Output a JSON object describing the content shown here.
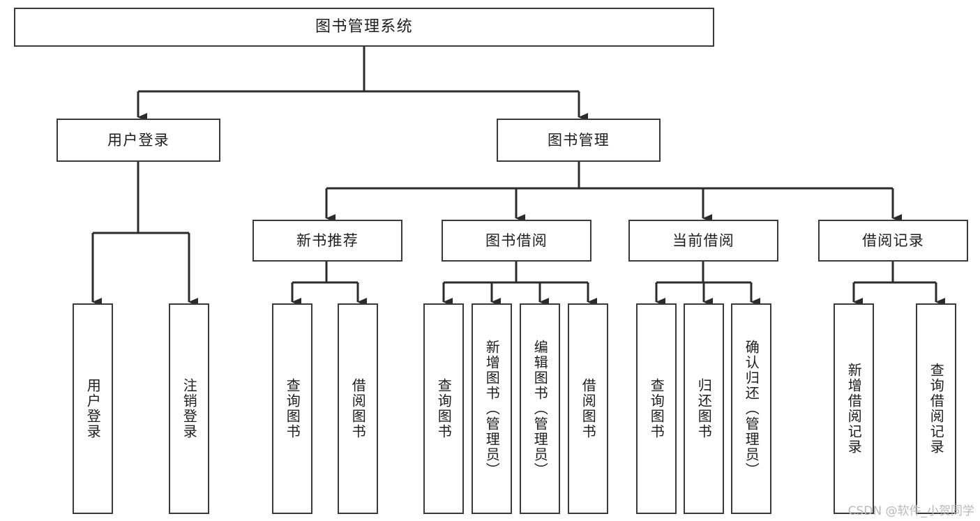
{
  "diagram": {
    "title": "图书管理系统",
    "type": "tree",
    "watermark": "CSDN @软件_小贺同学",
    "colors": {
      "box_border": "#3a3a3a",
      "box_fill": "#ffffff",
      "connector": "#2b2b2b",
      "text": "#1d1d1d",
      "watermark": "#b9b9b9"
    },
    "nodes": {
      "root": {
        "label": "图书管理系统"
      },
      "level2": [
        {
          "id": "user-login",
          "label": "用户登录"
        },
        {
          "id": "book-manage",
          "label": "图书管理"
        }
      ],
      "level3": [
        {
          "id": "new-book-recommend",
          "label": "新书推荐"
        },
        {
          "id": "book-borrow",
          "label": "图书借阅"
        },
        {
          "id": "current-borrow",
          "label": "当前借阅"
        },
        {
          "id": "borrow-record",
          "label": "借阅记录"
        }
      ],
      "leaves": {
        "user-login": [
          {
            "id": "leaf-user-login",
            "label": "用户登录"
          },
          {
            "id": "leaf-user-logout",
            "label": "注销登录"
          }
        ],
        "new-book-recommend": [
          {
            "id": "leaf-query-book-1",
            "label": "查询图书"
          },
          {
            "id": "leaf-borrow-book-1",
            "label": "借阅图书"
          }
        ],
        "book-borrow": [
          {
            "id": "leaf-query-book-2",
            "label": "查询图书"
          },
          {
            "id": "leaf-add-book",
            "label": "新增图书（管理员）"
          },
          {
            "id": "leaf-edit-book",
            "label": "编辑图书（管理员）"
          },
          {
            "id": "leaf-borrow-book-2",
            "label": "借阅图书"
          }
        ],
        "current-borrow": [
          {
            "id": "leaf-query-book-3",
            "label": "查询图书"
          },
          {
            "id": "leaf-return-book",
            "label": "归还图书"
          },
          {
            "id": "leaf-confirm-return",
            "label": "确认归还（管理员）"
          }
        ],
        "borrow-record": [
          {
            "id": "leaf-add-record",
            "label": "新增借阅记录"
          },
          {
            "id": "leaf-query-record",
            "label": "查询借阅记录"
          }
        ]
      }
    }
  }
}
